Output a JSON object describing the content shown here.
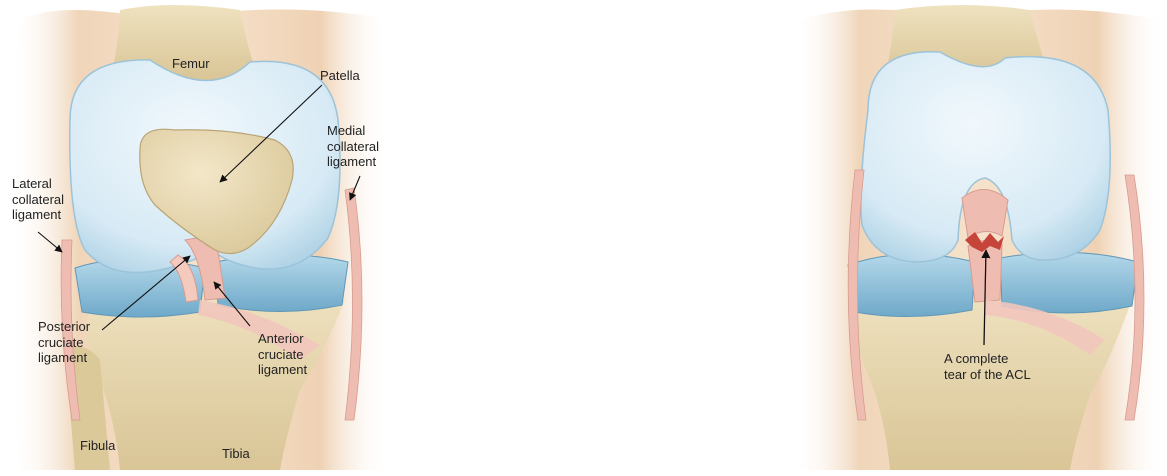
{
  "healthy_knee": {
    "labels": {
      "femur": "Femur",
      "patella": "Patella",
      "medial_collateral": "Medial\ncollateral\nligament",
      "lateral_collateral": "Lateral\ncollateral\nligament",
      "posterior_cruciate": "Posterior\ncruciate\nligament",
      "anterior_cruciate": "Anterior\ncruciate\nligament",
      "fibula": "Fibula",
      "tibia": "Tibia"
    }
  },
  "torn_knee": {
    "labels": {
      "acl_tear": "A complete\ntear of the ACL"
    }
  },
  "colors": {
    "skin": "#f2d9bf",
    "bone": "#e6d6ad",
    "cartilage": "#d9ecf6",
    "meniscus": "#8cc1db",
    "ligament": "#efbcb2",
    "tear": "#c7443a"
  }
}
